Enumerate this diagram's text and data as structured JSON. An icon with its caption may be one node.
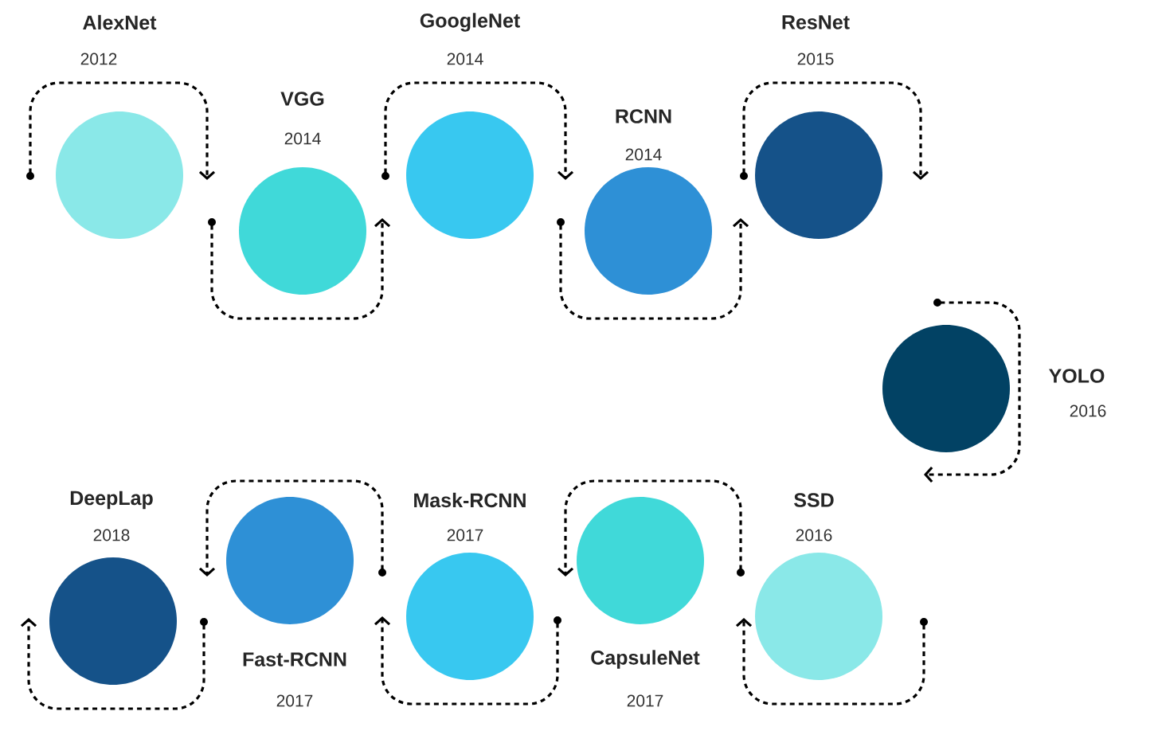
{
  "diagram": {
    "nodes": [
      {
        "text": [
          "AlexNet",
          "2012"
        ]
      },
      {
        "text": [
          "VGG",
          "2014"
        ]
      },
      {
        "text": [
          "GoogleNet",
          "2014"
        ]
      },
      {
        "text": [
          "RCNN",
          "2014"
        ]
      },
      {
        "text": [
          "ResNet",
          "2015"
        ]
      },
      {
        "text": [
          "YOLO",
          "2016"
        ]
      },
      {
        "text": [
          "SSD",
          "2016"
        ]
      },
      {
        "text": [
          "CapsuleNet",
          "2017"
        ]
      },
      {
        "text": [
          "Mask-RCNN",
          "2017"
        ]
      },
      {
        "text": [
          "Fast-RCNN",
          "2017"
        ]
      },
      {
        "text": [
          "DeepLap",
          "2018"
        ]
      }
    ]
  }
}
